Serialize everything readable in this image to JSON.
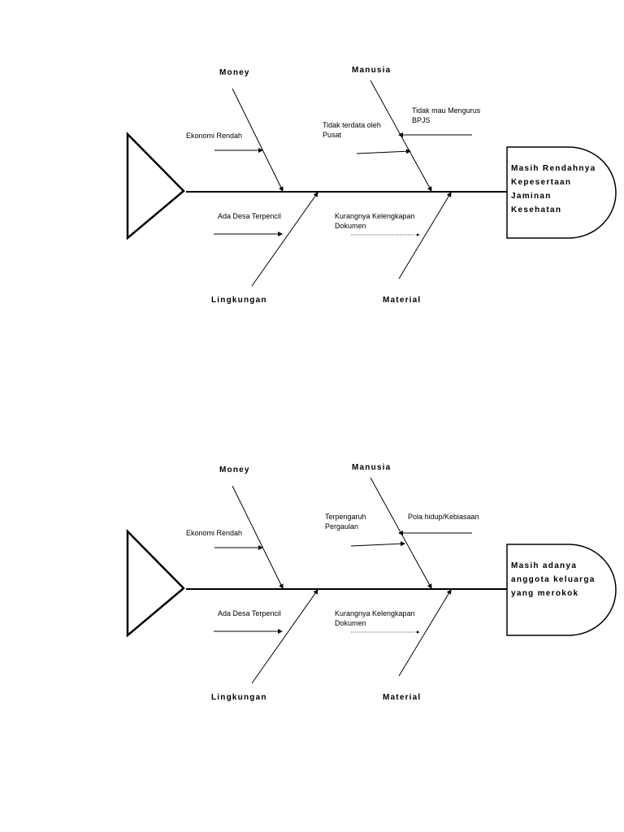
{
  "diagrams": [
    {
      "categories": {
        "money": "Money",
        "manusia": "Manusia",
        "lingkungan": "Lingkungan",
        "material": "Material"
      },
      "causes": {
        "money": [
          "Ekonomi Rendah"
        ],
        "manusia_left": [
          "Tidak terdata oleh",
          "Pusat"
        ],
        "manusia_right": [
          "Tidak mau Mengurus",
          "BPJS"
        ],
        "lingkungan": [
          "Ada Desa Terpencil"
        ],
        "material": [
          "Kurangnya Kelengkapan",
          "Dokumen"
        ]
      },
      "problem": [
        "Masih Rendahnya",
        "Kepesertaan",
        "Jaminan",
        "Kesehatan"
      ]
    },
    {
      "categories": {
        "money": "Money",
        "manusia": "Manusia",
        "lingkungan": "Lingkungan",
        "material": "Material"
      },
      "causes": {
        "money": [
          "Ekonomi Rendah"
        ],
        "manusia_left": [
          "Terpengaruh",
          "Pergaulan"
        ],
        "manusia_right": [
          "Pola hidup/Kebiasaan"
        ],
        "lingkungan": [
          "Ada Desa Terpencil"
        ],
        "material": [
          "Kurangnya Kelengkapan",
          "Dokumen"
        ]
      },
      "problem": [
        "Masih adanya",
        "anggota keluarga",
        "yang merokok"
      ]
    }
  ]
}
